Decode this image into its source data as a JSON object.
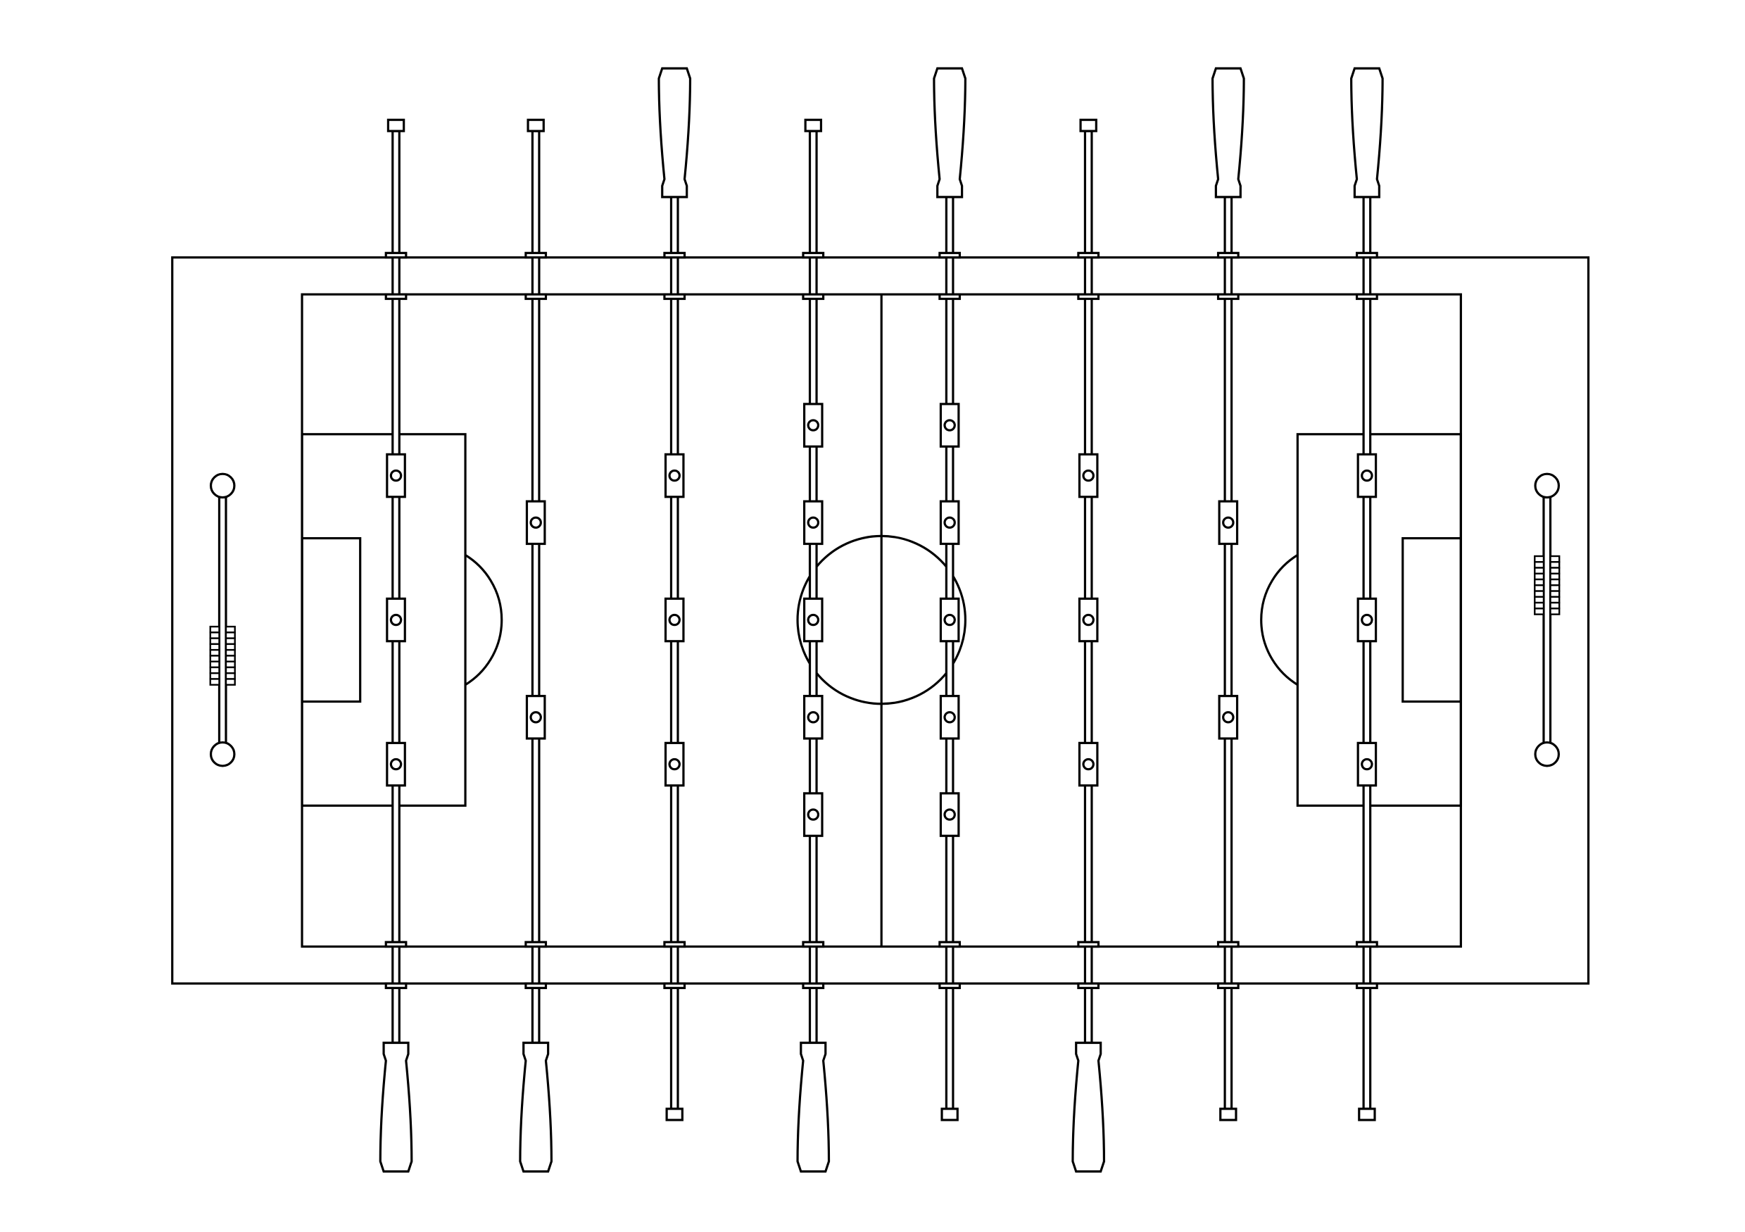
{
  "colors": {
    "line": "#000000",
    "background": "#ffffff"
  },
  "table": {
    "rods": [
      {
        "players": 3,
        "handle": "bottom"
      },
      {
        "players": 2,
        "handle": "bottom"
      },
      {
        "players": 3,
        "handle": "top"
      },
      {
        "players": 5,
        "handle": "bottom"
      },
      {
        "players": 5,
        "handle": "top"
      },
      {
        "players": 3,
        "handle": "bottom"
      },
      {
        "players": 2,
        "handle": "top"
      },
      {
        "players": 3,
        "handle": "top"
      }
    ],
    "score_counters": [
      "left",
      "right"
    ]
  }
}
